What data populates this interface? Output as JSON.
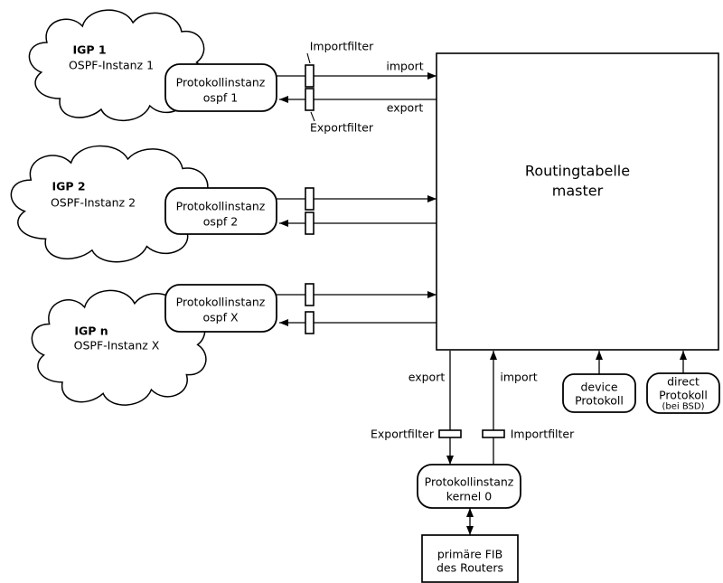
{
  "colors": {
    "stroke": "#000000",
    "background": "#ffffff",
    "text": "#000000"
  },
  "clouds": [
    {
      "title": "IGP 1",
      "subtitle": "OSPF-Instanz 1"
    },
    {
      "title": "IGP 2",
      "subtitle": "OSPF-Instanz 2"
    },
    {
      "title": "IGP n",
      "subtitle": "OSPF-Instanz X"
    }
  ],
  "protocol_instances": [
    {
      "line1": "Protokollinstanz",
      "line2": "ospf 1"
    },
    {
      "line1": "Protokollinstanz",
      "line2": "ospf 2"
    },
    {
      "line1": "Protokollinstanz",
      "line2": "ospf X"
    }
  ],
  "routing_table": {
    "line1": "Routingtabelle",
    "line2": "master"
  },
  "top_filters": {
    "import_label": "Importfilter",
    "export_label": "Exportfilter"
  },
  "top_flow": {
    "import_label": "import",
    "export_label": "export"
  },
  "bottom_flow": {
    "export_label": "export",
    "import_label": "import"
  },
  "bottom_filters": {
    "export_label": "Exportfilter",
    "import_label": "Importfilter"
  },
  "device_protocol": {
    "line1": "device",
    "line2": "Protokoll"
  },
  "direct_protocol": {
    "line1": "direct",
    "line2": "Protokoll",
    "line3": "(bei BSD)"
  },
  "kernel_instance": {
    "line1": "Protokollinstanz",
    "line2": "kernel 0"
  },
  "fib": {
    "line1": "primäre FIB",
    "line2": "des Routers"
  }
}
